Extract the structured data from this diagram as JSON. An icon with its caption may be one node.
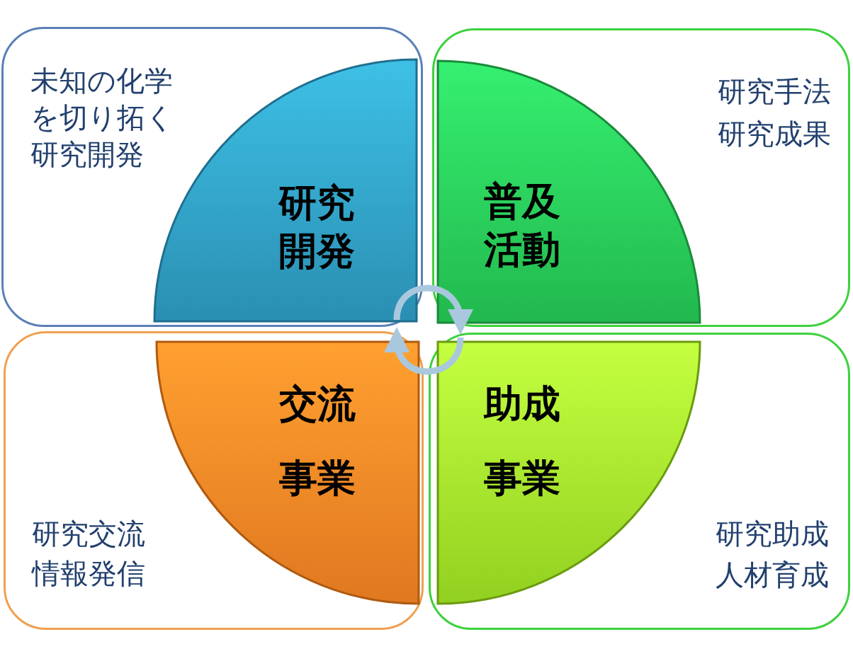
{
  "diagram": {
    "nodes": [
      {
        "text": [
          "未知の化学を切り拓く研究開発"
        ]
      },
      {
        "text": [
          "研究開発"
        ],
        "in": 0
      },
      {
        "text": [
          "研究手法",
          "研究成果"
        ]
      },
      {
        "text": [
          "普及活動"
        ],
        "in": 2
      },
      {
        "text": [
          "研究交流",
          "情報発信"
        ]
      },
      {
        "text": [
          "交流事業"
        ],
        "in": 4
      },
      {
        "text": [
          "研究助成",
          "人材育成"
        ]
      },
      {
        "text": [
          "助成事業"
        ],
        "in": 6
      }
    ],
    "edges": [
      {
        "from": 1,
        "to": 3,
        "arrow": "to"
      },
      {
        "from": 7,
        "to": 5,
        "arrow": "to"
      }
    ]
  }
}
